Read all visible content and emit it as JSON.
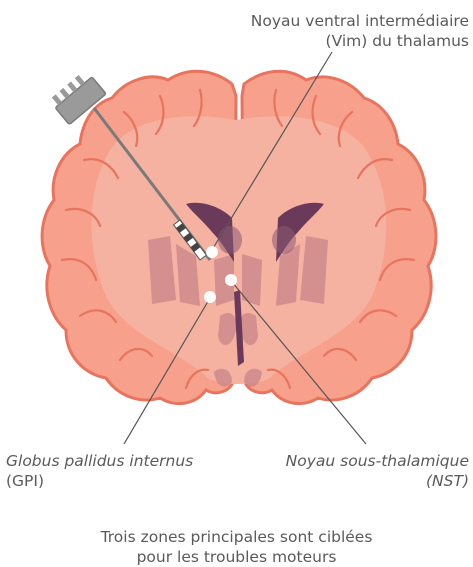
{
  "labels": {
    "vim_line1": "Noyau ventral intermédiaire",
    "vim_line2": "(Vim) du thalamus",
    "gpi_name": "Globus pallidus internus",
    "gpi_abbr": "(GPI)",
    "nst_name": "Noyau sous-thalamique",
    "nst_abbr": "(NST)"
  },
  "caption": {
    "line1": "Trois zones principales sont ciblées",
    "line2": "pour les troubles moteurs"
  },
  "colors": {
    "brain_outer": "#f7a08c",
    "brain_inner": "#f6b2a0",
    "gyri_line": "#e8745e",
    "ventricle": "#6b3a5a",
    "nuclei": "#c8858a",
    "electrode": "#7a7a7a",
    "target_point": "#ffffff",
    "leader_line": "#555555"
  },
  "icons": [
    "electrode-icon",
    "brain-illustration"
  ]
}
